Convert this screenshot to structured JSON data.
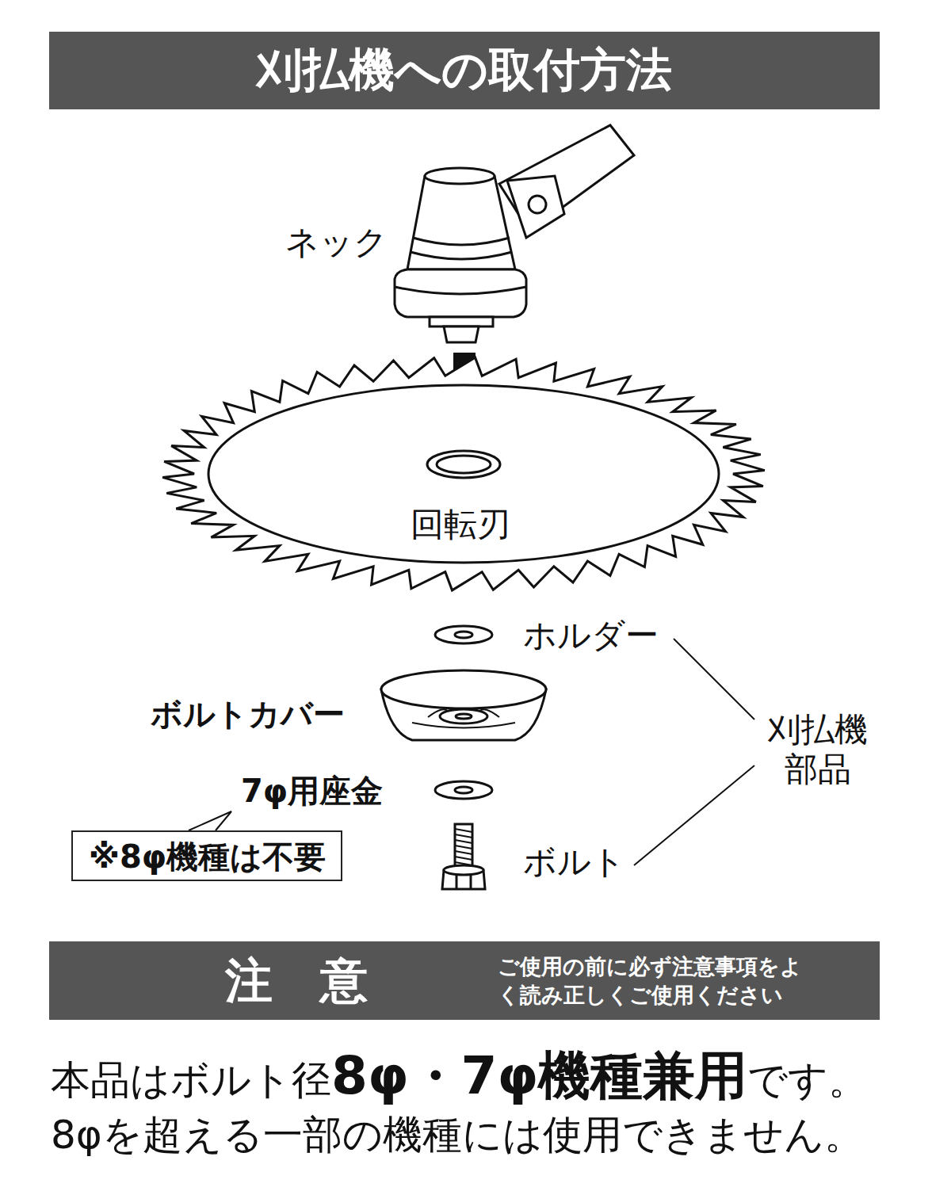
{
  "diagram": {
    "title": "刈払機への取付方法",
    "nodes": [
      {
        "text": [
          "注　意",
          "ご使用の前に必ず注意事項をよく読み正しくご使用ください"
        ]
      },
      {
        "text": [
          "※8φ機種は不要"
        ]
      }
    ],
    "labels": [
      "ネック",
      "回転刃",
      "ホルダー",
      "ボルトカバー",
      "7φ用座金",
      "ボルト",
      "刈払機 部品",
      "本品はボルト径",
      "8φ・7φ機種兼用",
      "です。",
      "8φを超える一部の機種には使用できません。"
    ]
  }
}
